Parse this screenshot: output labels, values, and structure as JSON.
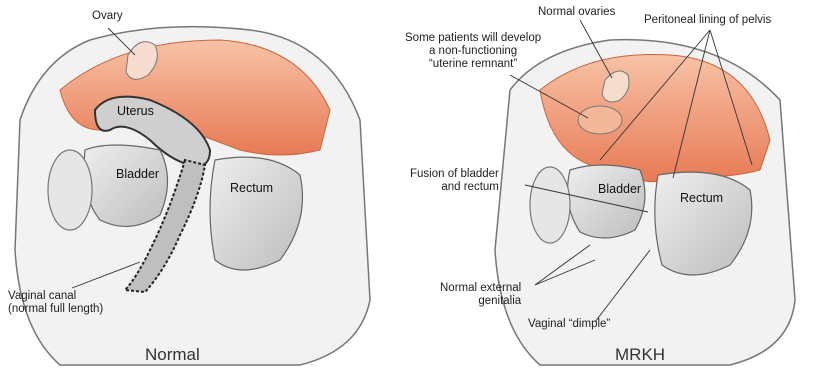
{
  "panels": [
    {
      "caption": "Normal",
      "labels": {
        "ovary": "Ovary",
        "uterus": "Uterus",
        "bladder": "Bladder",
        "rectum": "Rectum",
        "vaginal_canal_line1": "Vaginal canal",
        "vaginal_canal_line2": "(normal full length)"
      }
    },
    {
      "caption": "MRKH",
      "labels": {
        "normal_ovaries": "Normal ovaries",
        "peritoneal_lining": "Peritoneal lining of pelvis",
        "remnant_line1": "Some patients will develop",
        "remnant_line2": "a non-functioning",
        "remnant_line3": "“uterine remnant”",
        "fusion_line1": "Fusion of bladder",
        "fusion_line2": "and rectum",
        "bladder": "Bladder",
        "rectum": "Rectum",
        "external_line1": "Normal external",
        "external_line2": "genitalia",
        "dimple": "Vaginal “dimple”"
      }
    }
  ],
  "colors": {
    "peritoneum": "#f0a07c",
    "tissue": "#d9d9d9",
    "outline": "#555555"
  }
}
